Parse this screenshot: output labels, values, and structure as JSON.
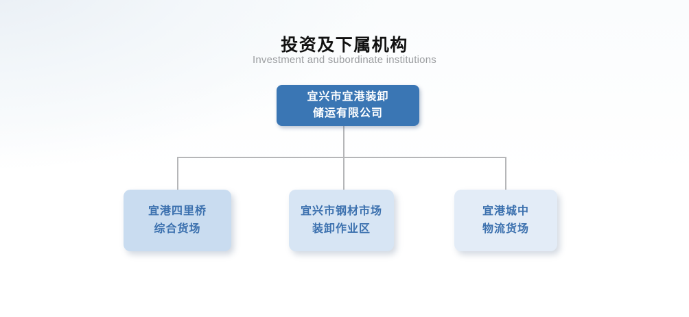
{
  "header": {
    "title": "投资及下属机构",
    "subtitle": "Investment and subordinate institutions"
  },
  "org_chart": {
    "root": {
      "name": "宜兴市宜港装卸储运有限公司",
      "line1": "宜兴市宜港装卸",
      "line2": "储运有限公司",
      "bg_color": "#3a76b4",
      "text_color": "#ffffff"
    },
    "children": [
      {
        "name": "宜港四里桥综合货场",
        "line1": "宜港四里桥",
        "line2": "综合货场",
        "bg_color": "#c9dcf0"
      },
      {
        "name": "宜兴市钢材市场装卸作业区",
        "line1": "宜兴市钢材市场",
        "line2": "装卸作业区",
        "bg_color": "#d7e5f4"
      },
      {
        "name": "宜港城中物流货场",
        "line1": "宜港城中",
        "line2": "物流货场",
        "bg_color": "#e3ecf7"
      }
    ],
    "child_text_color": "#3b70ae",
    "connector_color": "#b5b6b8"
  }
}
